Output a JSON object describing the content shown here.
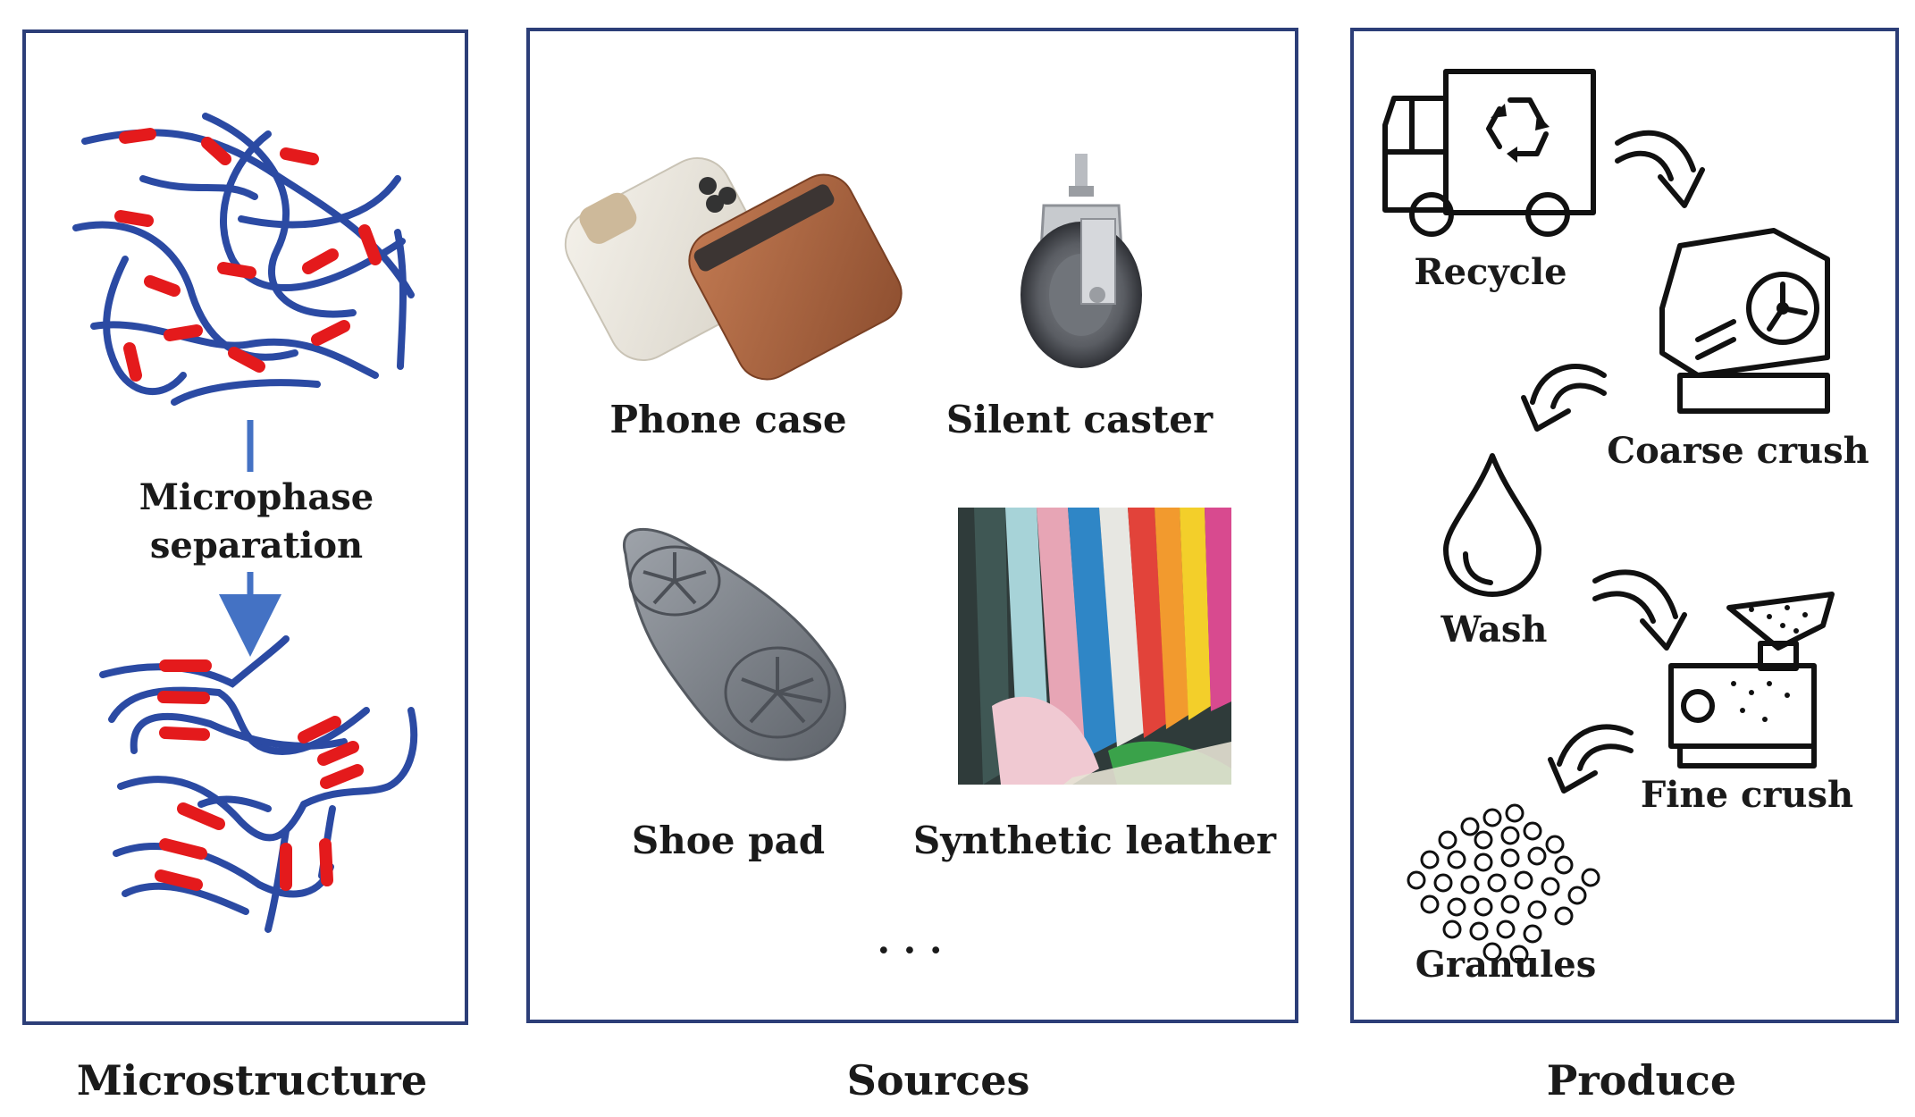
{
  "panels": {
    "microstructure": {
      "caption": "Microstructure",
      "arrow_label_line1": "Microphase",
      "arrow_label_line2": "separation"
    },
    "sources": {
      "caption": "Sources",
      "items": [
        "Phone case",
        "Silent caster",
        "Shoe pad",
        "Synthetic leather"
      ],
      "ellipsis": "· · ·"
    },
    "produce": {
      "caption": "Produce",
      "steps": [
        "Recycle",
        "Coarse crush",
        "Wash",
        "Fine crush",
        "Granules"
      ]
    }
  },
  "colors": {
    "panel_border": "#2c3e78",
    "chain": "#2b4aa3",
    "hard_segment": "#e41a1c",
    "arrow": "#4472c4"
  },
  "icons": {
    "recycle": "truck-recycle-icon",
    "coarse_crush": "crusher-icon",
    "wash": "water-drop-icon",
    "fine_crush": "grinder-icon",
    "granules": "granules-icon"
  }
}
